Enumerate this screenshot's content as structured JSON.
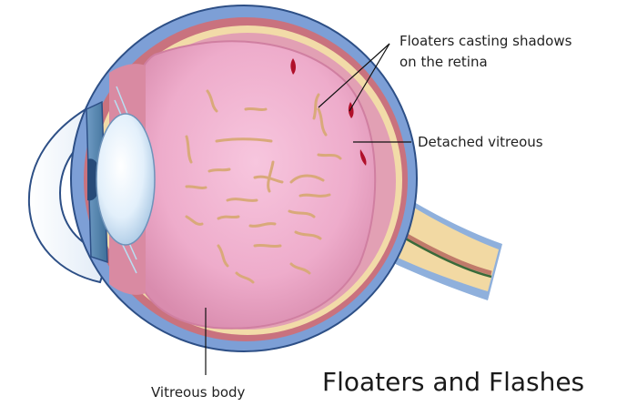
{
  "labels": {
    "floaters_line1": "Floaters casting shadows",
    "floaters_line2": "on the retina",
    "detached_vitreous": "Detached vitreous",
    "vitreous_body": "Vitreous body",
    "title": "Floaters and Flashes"
  }
}
